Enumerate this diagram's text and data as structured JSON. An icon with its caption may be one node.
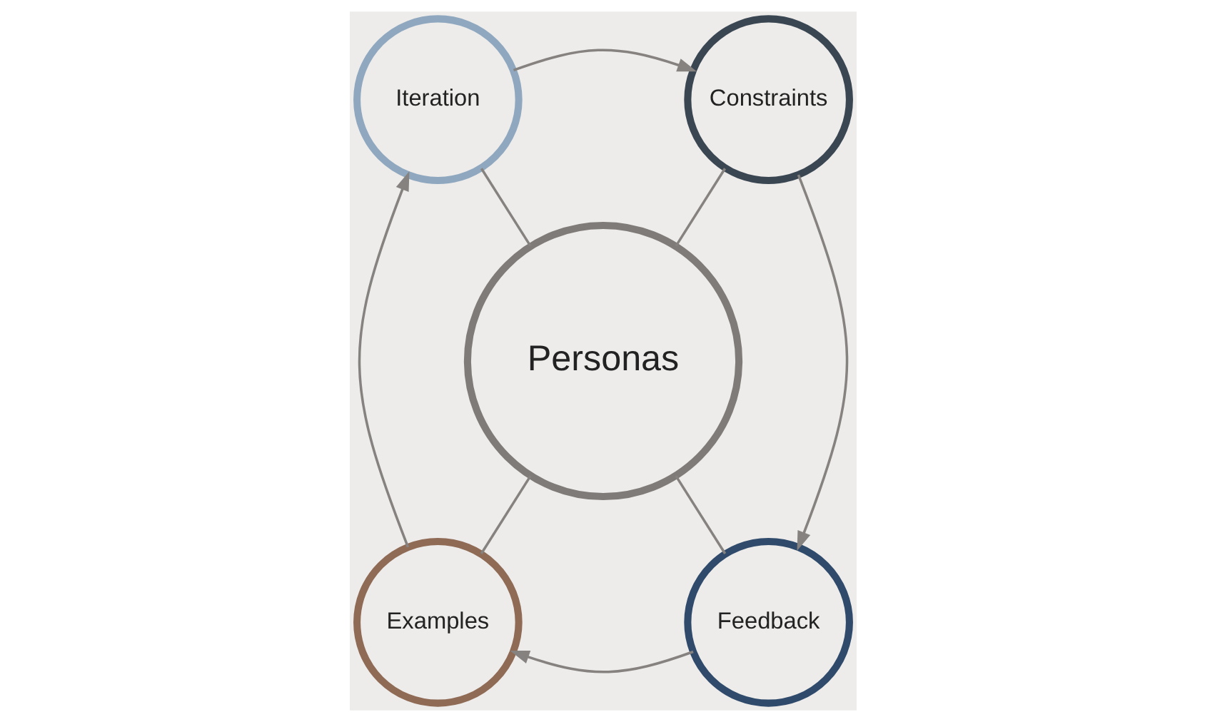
{
  "diagram": {
    "nodes": [
      {
        "text": [
          "Iteration"
        ]
      },
      {
        "text": [
          "Constraints"
        ]
      },
      {
        "text": [
          "Personas"
        ]
      },
      {
        "text": [
          "Examples"
        ]
      },
      {
        "text": [
          "Feedback"
        ]
      }
    ],
    "edges": [
      {
        "from": 0,
        "to": 1,
        "arrow": "to"
      },
      {
        "from": 1,
        "to": 4,
        "arrow": "to"
      },
      {
        "from": 4,
        "to": 3,
        "arrow": "to"
      },
      {
        "from": 3,
        "to": 0,
        "arrow": "to"
      },
      {
        "from": 0,
        "to": 2,
        "arrow": "none"
      },
      {
        "from": 1,
        "to": 2,
        "arrow": "none"
      },
      {
        "from": 2,
        "to": 3,
        "arrow": "none"
      },
      {
        "from": 2,
        "to": 4,
        "arrow": "none"
      }
    ]
  }
}
